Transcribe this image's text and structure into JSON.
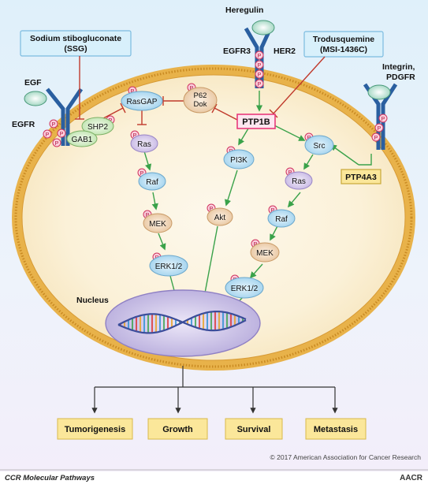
{
  "drugs": {
    "ssg_line1": "Sodium stibogluconate",
    "ssg_line2": "(SSG)",
    "trodusquemine_line1": "Trodusquemine",
    "trodusquemine_line2": "(MSI-1436C)"
  },
  "receptors": {
    "egf": "EGF",
    "egfr": "EGFR",
    "heregulin": "Heregulin",
    "egfr3": "EGFR3",
    "her2": "HER2",
    "integrin_line1": "Integrin,",
    "integrin_line2": "PDGFR"
  },
  "phospho_label": "P",
  "proteins": {
    "shp2": "SHP2",
    "gab1": "GAB1",
    "rasgap": "RasGAP",
    "p62_line1": "P62",
    "p62_line2": "Dok",
    "ptp1b": "PTP1B",
    "src": "Src",
    "ptp4a3": "PTP4A3",
    "ras_left": "Ras",
    "raf_left": "Raf",
    "mek_left": "MEK",
    "erk_left": "ERK1/2",
    "pi3k": "PI3K",
    "akt": "Akt",
    "ras_right": "Ras",
    "raf_right": "Raf",
    "mek_right": "MEK",
    "erk_right": "ERK1/2"
  },
  "nucleus_label": "Nucleus",
  "outcomes": [
    "Tumorigenesis",
    "Growth",
    "Survival",
    "Metastasis"
  ],
  "copyright": "© 2017 American Association for Cancer Research",
  "journal": "CCR Molecular Pathways",
  "publisher_logo": "AACR",
  "colors": {
    "membrane": "#e8b24a",
    "cytoplasm": "#fbf1d8",
    "nucleus": "#c9c1e6",
    "ptp1b": "#e8397a",
    "outcome_box": "#fbe79a",
    "drug_box": "#d8f0fb",
    "activation_arrow": "#3aa24a",
    "inhibition": "#c0392b"
  }
}
